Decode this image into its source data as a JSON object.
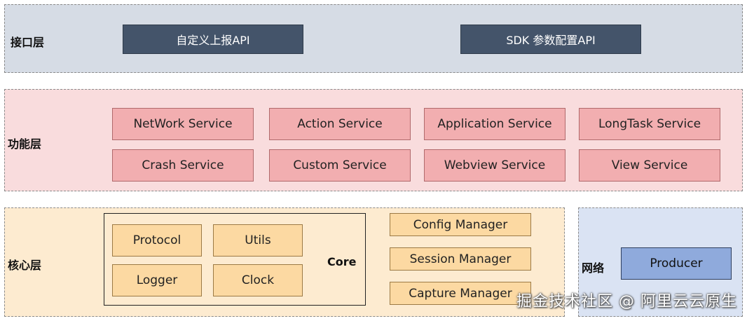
{
  "layers": {
    "interface": {
      "label": "接口层",
      "items": [
        "自定义上报API",
        "SDK 参数配置API"
      ]
    },
    "function": {
      "label": "功能层",
      "items": [
        "NetWork Service",
        "Action Service",
        "Application Service",
        "LongTask Service",
        "Crash Service",
        "Custom Service",
        "Webview Service",
        "View Service"
      ]
    },
    "core": {
      "label": "核心层",
      "core_title": "Core",
      "core_items": [
        "Protocol",
        "Utils",
        "Logger",
        "Clock"
      ],
      "managers": [
        "Config Manager",
        "Session Manager",
        "Capture Manager"
      ]
    },
    "network": {
      "label": "网络",
      "items": [
        "Producer"
      ]
    }
  },
  "colors": {
    "interface_bg": "#d6dce5",
    "function_bg": "#f9dcdd",
    "core_bg": "#fdebd0",
    "network_bg": "#dae3f3",
    "api_box": "#44546a",
    "service_box": "#f2aeb0",
    "core_box": "#fcd9a2",
    "producer_box": "#8faadc"
  },
  "watermark": "掘金技术社区 @ 阿里云云原生"
}
